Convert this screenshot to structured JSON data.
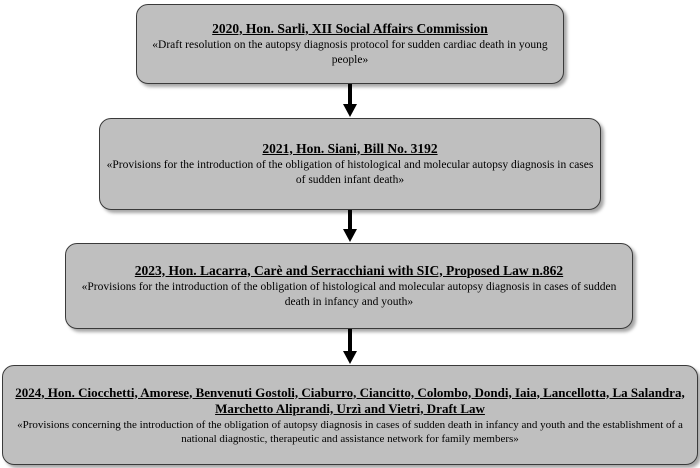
{
  "flowchart": {
    "steps": [
      {
        "title": "2020, Hon. Sarli, XII Social Affairs Commission",
        "description": "«Draft resolution on the autopsy diagnosis protocol for sudden cardiac death in young people»"
      },
      {
        "title": "2021, Hon. Siani, Bill No. 3192",
        "description": "«Provisions for the introduction of the obligation of histological and molecular autopsy diagnosis in cases of sudden infant death»"
      },
      {
        "title": "2023, Hon. Lacarra, Carè and Serracchiani with SIC, Proposed Law n.862",
        "description": "«Provisions for the introduction of the obligation of histological and molecular autopsy diagnosis in cases of sudden death in infancy and youth»"
      },
      {
        "title": "2024, Hon. Ciocchetti, Amorese, Benvenuti Gostoli, Ciaburro, Ciancitto, Colombo, Dondi, Iaia, Lancellotta, La Salandra, Marchetto Aliprandi, Urzì and Vietri, Draft Law",
        "description": "«Provisions concerning the introduction of the obligation of autopsy diagnosis in cases of sudden death in infancy and youth and the establishment of a national diagnostic, therapeutic and assistance network for family members»"
      }
    ],
    "colors": {
      "box_fill": "#bfbfbf",
      "box_border": "#3a3a3a",
      "arrow": "#000000"
    }
  }
}
